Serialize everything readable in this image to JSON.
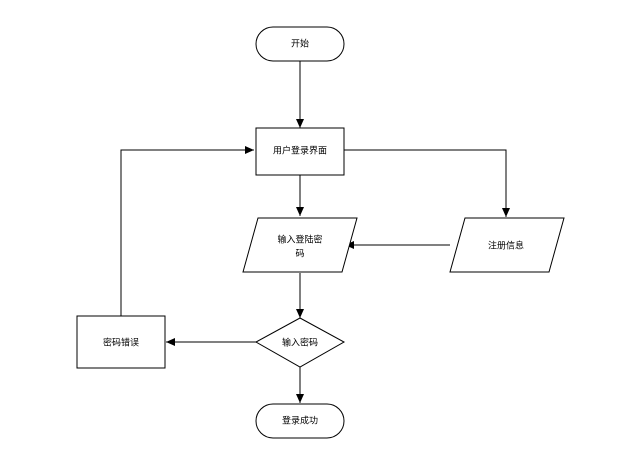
{
  "nodes": {
    "start": {
      "label": "开始",
      "shape": "terminal"
    },
    "login_page": {
      "label": "用户登录界面",
      "shape": "process"
    },
    "input_credentials": {
      "label_line1": "输入登陆密",
      "label_line2": "码",
      "shape": "data"
    },
    "register_info": {
      "label": "注册信息",
      "shape": "data"
    },
    "input_password": {
      "label": "输入密码",
      "shape": "decision"
    },
    "password_error": {
      "label": "密码错误",
      "shape": "process"
    },
    "login_success": {
      "label": "登录成功",
      "shape": "terminal"
    }
  },
  "edges": [
    {
      "from": "start",
      "to": "login_page"
    },
    {
      "from": "login_page",
      "to": "input_credentials"
    },
    {
      "from": "login_page",
      "to": "register_info"
    },
    {
      "from": "register_info",
      "to": "input_credentials"
    },
    {
      "from": "input_credentials",
      "to": "input_password"
    },
    {
      "from": "input_password",
      "to": "password_error"
    },
    {
      "from": "password_error",
      "to": "login_page"
    },
    {
      "from": "input_password",
      "to": "login_success"
    }
  ],
  "colors": {
    "stroke": "#000000",
    "fill": "#ffffff",
    "background": "#ffffff"
  }
}
